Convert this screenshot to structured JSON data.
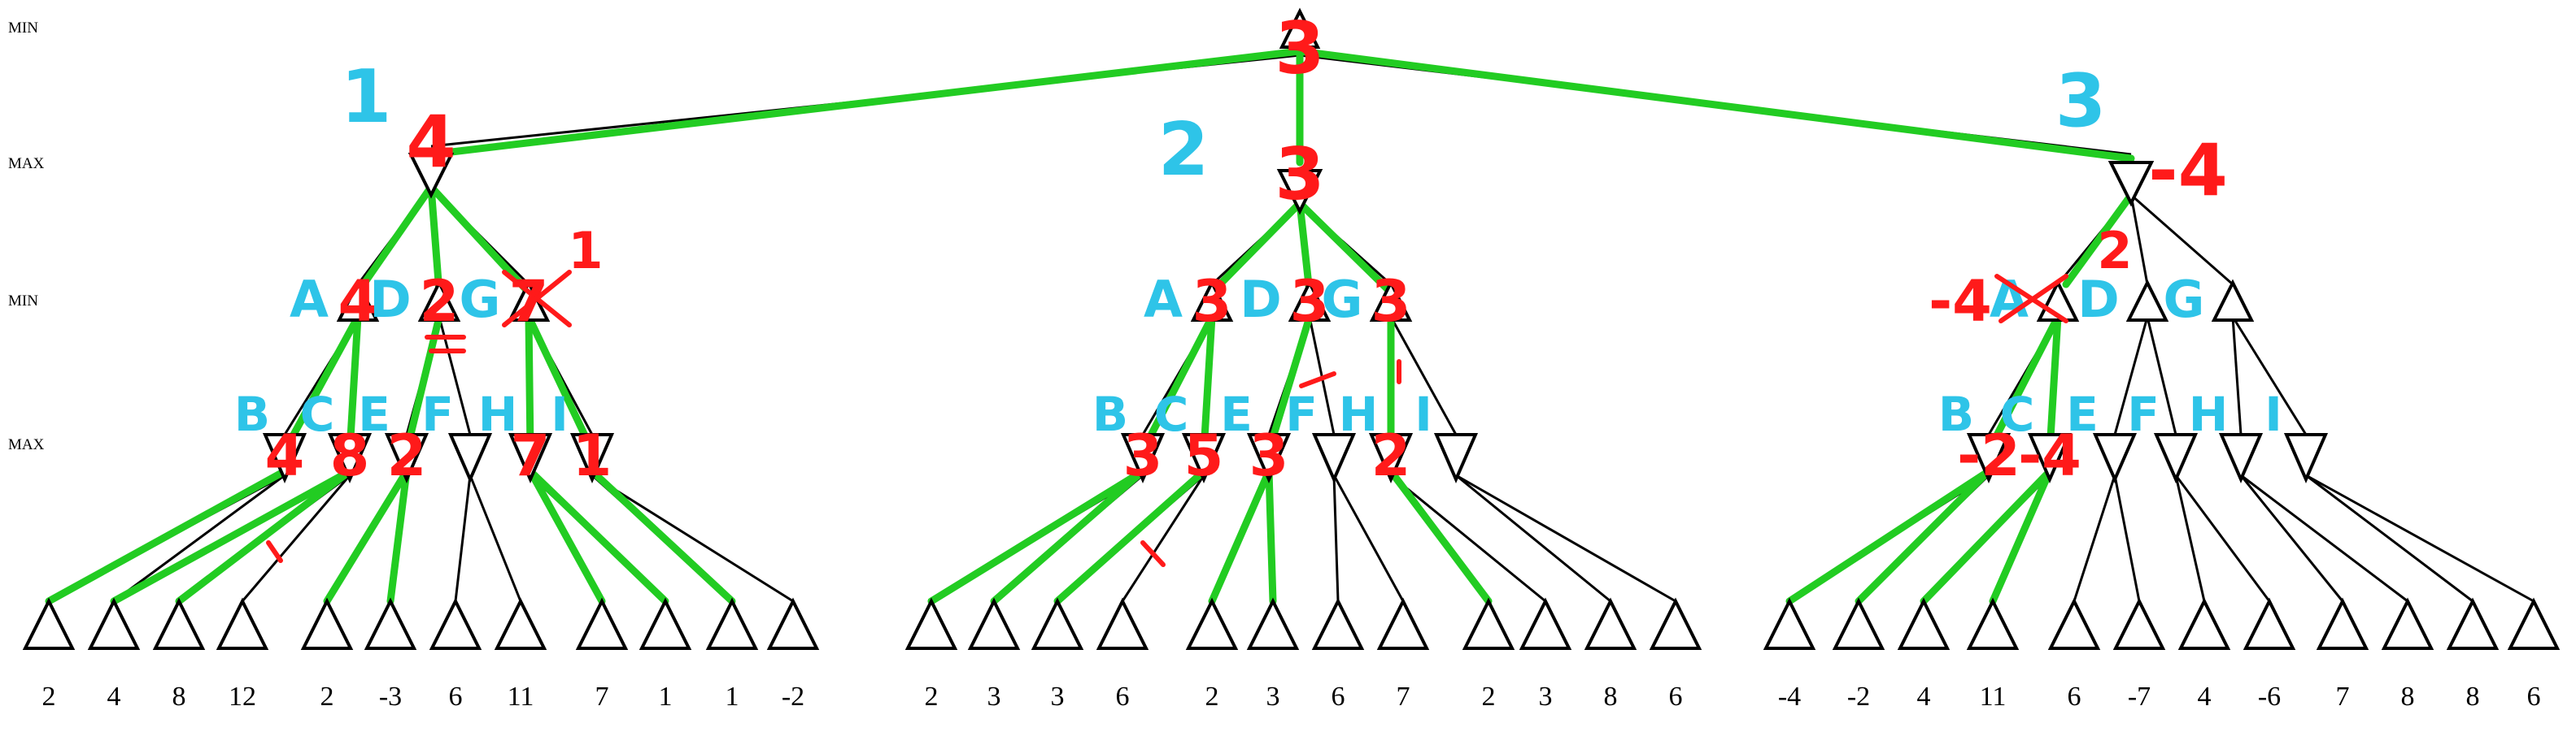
{
  "level_labels": [
    "MIN",
    "MAX",
    "MIN",
    "MAX"
  ],
  "tree": {
    "root_value": "3",
    "subtrees": [
      {
        "order": "1",
        "value": "4",
        "children": [
          {
            "label": "A",
            "value": "4"
          },
          {
            "label": "D",
            "value": "2"
          },
          {
            "label": "G",
            "value": "7",
            "value2": "1"
          }
        ],
        "max_labels": [
          "B",
          "C",
          "E",
          "F",
          "H",
          "I"
        ],
        "max_values": [
          "4",
          "8",
          "2",
          "",
          "7",
          "1"
        ],
        "leaves": [
          "2",
          "4",
          "8",
          "12",
          "2",
          "-3",
          "6",
          "11",
          "7",
          "1",
          "1",
          "-2"
        ]
      },
      {
        "order": "2",
        "value": "3",
        "children": [
          {
            "label": "A",
            "value": "3"
          },
          {
            "label": "D",
            "value": "3"
          },
          {
            "label": "G",
            "value": "3"
          }
        ],
        "max_labels": [
          "B",
          "C",
          "E",
          "F",
          "H",
          "I"
        ],
        "max_values": [
          "3",
          "5",
          "3",
          "",
          "2",
          ""
        ],
        "leaves": [
          "2",
          "3",
          "3",
          "6",
          "2",
          "3",
          "6",
          "7",
          "2",
          "3",
          "8",
          "6"
        ]
      },
      {
        "order": "3",
        "value": "-4",
        "children": [
          {
            "label": "A",
            "value": "-4",
            "value2": "2"
          },
          {
            "label": "D",
            "value": ""
          },
          {
            "label": "G",
            "value": ""
          }
        ],
        "max_labels": [
          "B",
          "C",
          "E",
          "F",
          "H",
          "I"
        ],
        "max_values": [
          "-2",
          "-4",
          "",
          "",
          "",
          ""
        ],
        "leaves": [
          "-4",
          "-2",
          "4",
          "11",
          "6",
          "-7",
          "4",
          "-6",
          "7",
          "8",
          "8",
          "6"
        ]
      }
    ]
  },
  "colors": {
    "annotation_blue": "#2ec4e8",
    "annotation_red": "#ff1a1a",
    "highlight_green": "#22cc22",
    "ink": "#000000"
  }
}
